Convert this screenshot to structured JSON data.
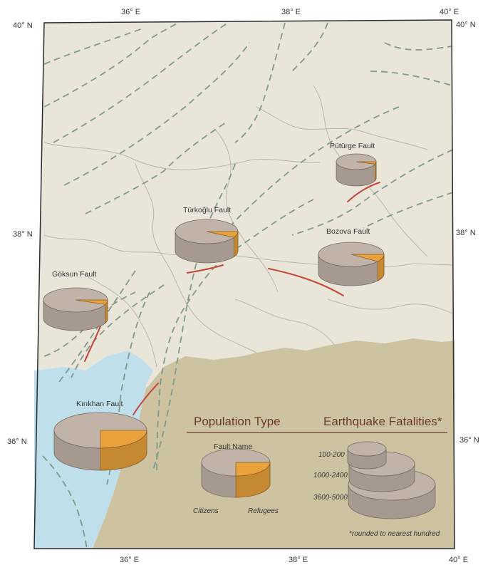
{
  "colors": {
    "land": "#e9e5d9",
    "lowland": "#cdc3a0",
    "sea": "#bfe0ea",
    "pie_citizens": "#c1b3a8",
    "pie_refugees": "#e8a13b",
    "fault_trace": "#c4453c",
    "dashed_fault": "#7f9a8c",
    "border": "#b8b4ab",
    "frame": "#2b2b2b",
    "legend_title": "#6b3a2e"
  },
  "coords": {
    "top_left": "40° N",
    "top_right": "40° N",
    "top_36e": "36° E",
    "top_38e": "38° E",
    "top_40e": "40° E",
    "left_38n": "38° N",
    "right_38n": "38° N",
    "left_36n": "36° N",
    "right_36n": "36° N",
    "bottom_36e": "36° E",
    "bottom_38e": "38° E",
    "bottom_40e": "40° E"
  },
  "faults": [
    {
      "name": "Pütürge Fault",
      "refugee_share": 0.05
    },
    {
      "name": "Türkoğlu Fault",
      "refugee_share": 0.08
    },
    {
      "name": "Bozova Fault",
      "refugee_share": 0.1
    },
    {
      "name": "Göksun Fault",
      "refugee_share": 0.06
    },
    {
      "name": "Kırıkhan Fault",
      "refugee_share": 0.25
    }
  ],
  "legend": {
    "population_type_title": "Population Type",
    "fatalities_title": "Earthquake Fatalities*",
    "fault_name": "Fault Name",
    "citizens": "Citizens",
    "refugees": "Refugees",
    "sizes": [
      "100-200",
      "1000-2400",
      "3600-5000"
    ],
    "footnote": "*rounded to nearest hundred"
  }
}
